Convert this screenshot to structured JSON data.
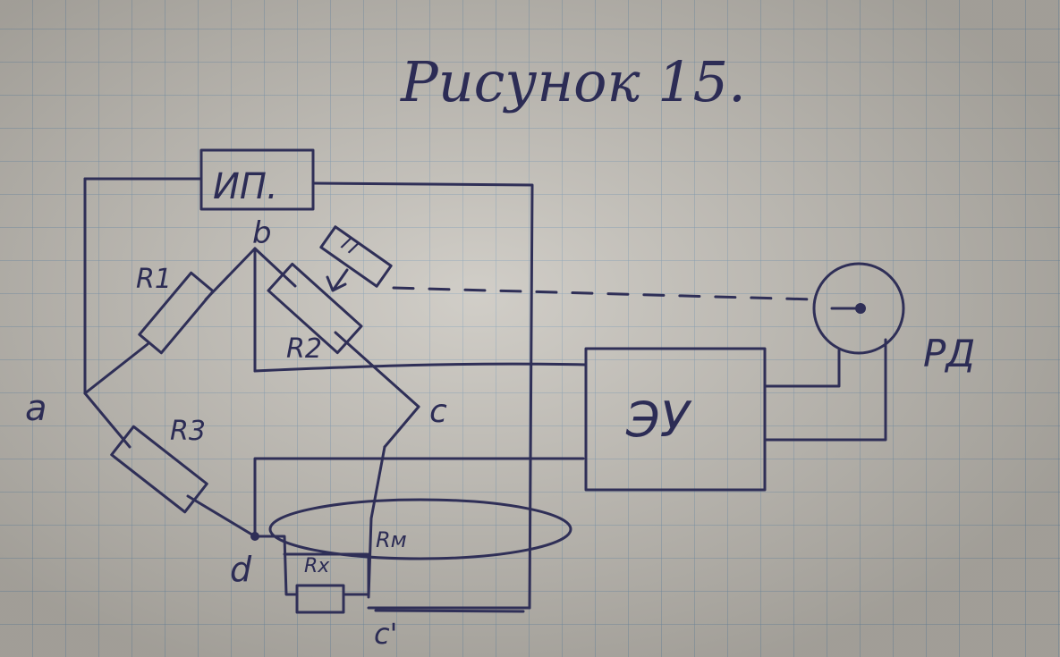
{
  "title": "Рисунок 15.",
  "blocks": {
    "power_supply": "ИП.",
    "electronic_amplifier": "ЭУ",
    "reversible_motor": "РД",
    "pointer": "П"
  },
  "components": {
    "r1": "R1",
    "r2": "R2",
    "r3": "R3",
    "rx": "Rx",
    "rm": "Rм"
  },
  "nodes": {
    "a": "a",
    "b": "b",
    "c": "c",
    "d": "d",
    "c_prime": "c'"
  },
  "colors": {
    "ink": "#2f2f57",
    "paper": "#c4c0b8",
    "grid": "#7896af"
  }
}
